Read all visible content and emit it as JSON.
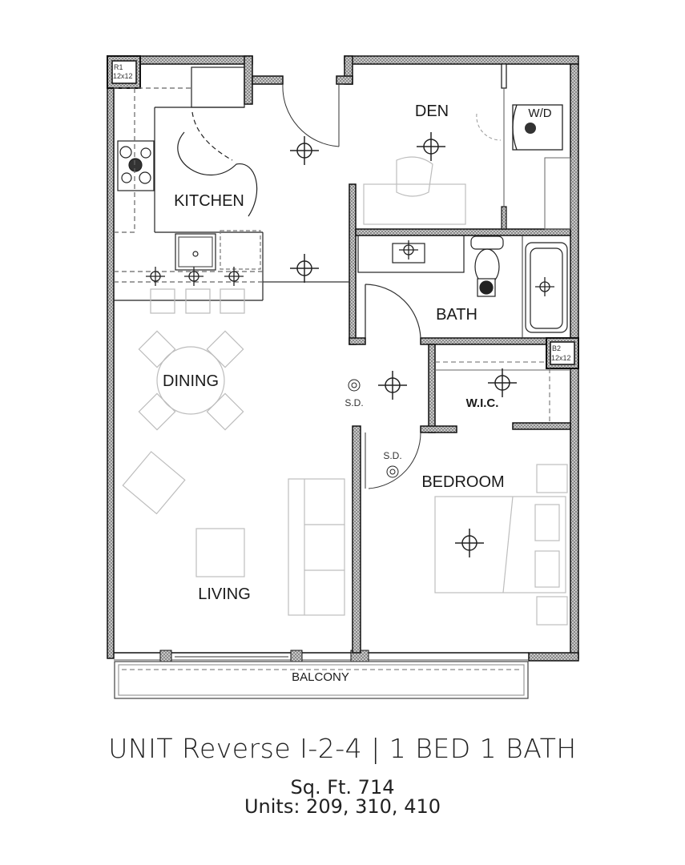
{
  "floorplan": {
    "rooms": {
      "kitchen": "KITCHEN",
      "den": "DEN",
      "washer_dryer": "W/D",
      "bath": "BATH",
      "dining": "DINING",
      "wic": "W.I.C.",
      "bedroom": "BEDROOM",
      "living": "LIVING",
      "balcony": "BALCONY"
    },
    "smoke_detectors": [
      "S.D.",
      "S.D."
    ],
    "risers": [
      {
        "id": "R1",
        "size": "12x12"
      },
      {
        "id": "B2",
        "size": "12x12"
      }
    ]
  },
  "caption": {
    "title": "UNIT Reverse I-2-4 | 1 BED 1 BATH",
    "sqft": "Sq. Ft. 714",
    "units": "Units: 209, 310, 410"
  },
  "colors": {
    "wall": "#9a9a9a",
    "line": "#1a1a1a",
    "furniture": "#bdbdbd"
  }
}
